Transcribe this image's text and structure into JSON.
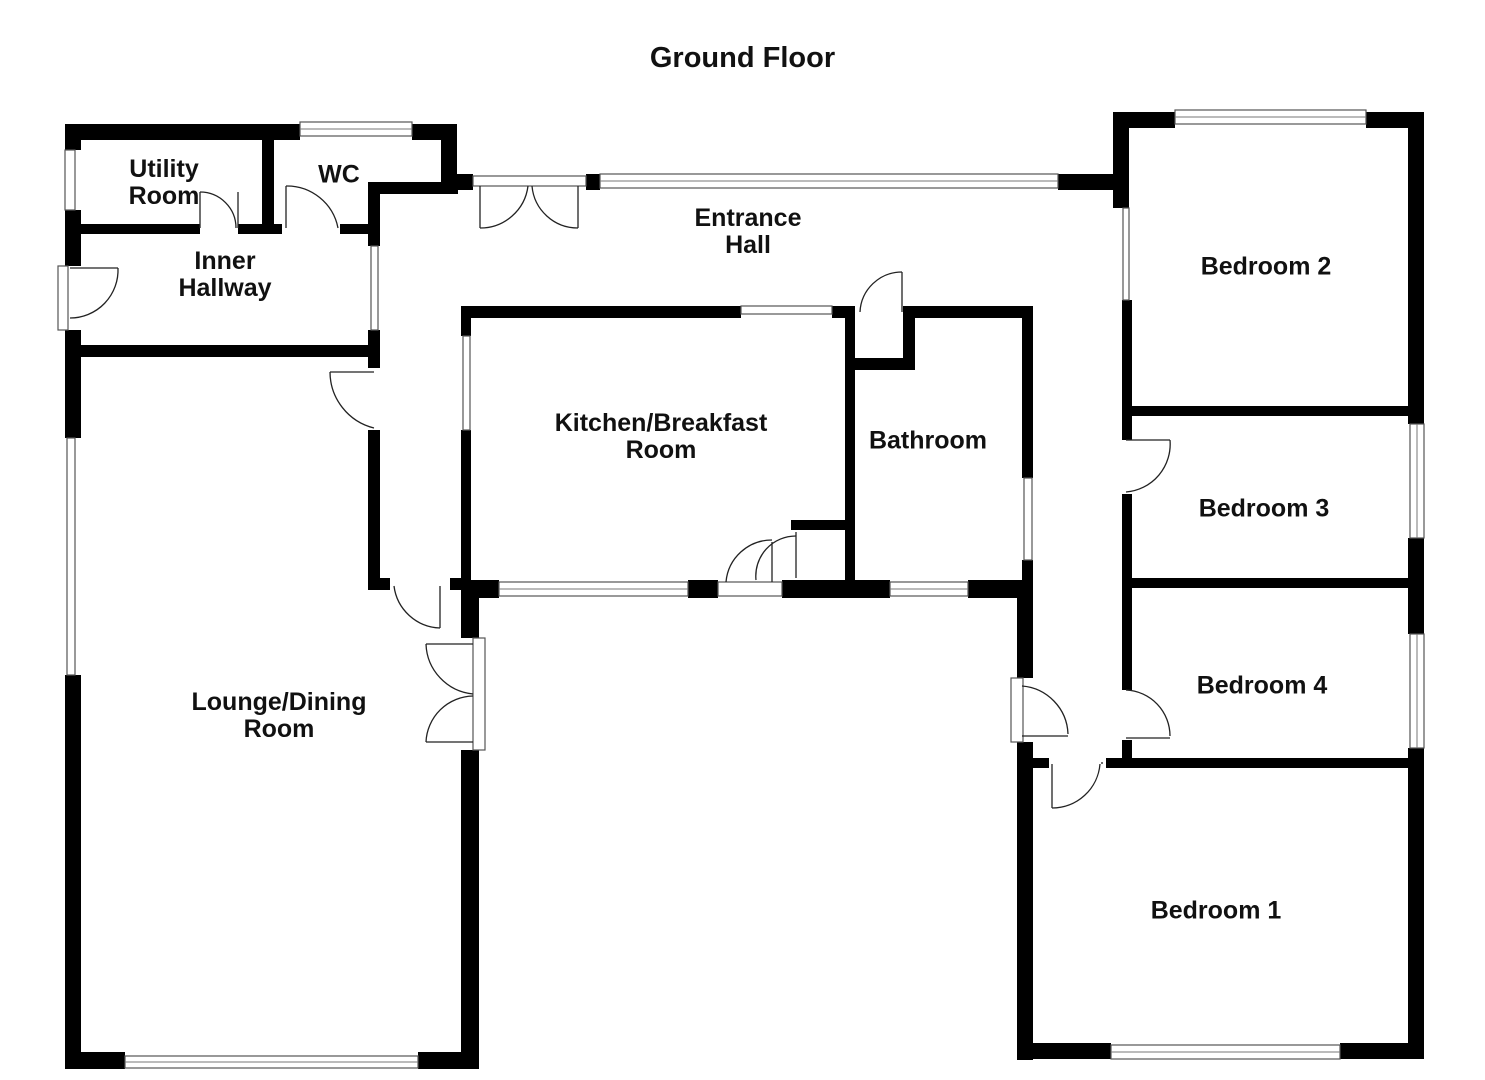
{
  "floor": {
    "title": "Ground Floor"
  },
  "rooms": {
    "utility": "Utility\nRoom",
    "wc": "WC",
    "entrance": "Entrance\nHall",
    "inner_hallway": "Inner\nHallway",
    "kitchen": "Kitchen/Breakfast\nRoom",
    "bathroom": "Bathroom",
    "bedroom2": "Bedroom 2",
    "bedroom3": "Bedroom 3",
    "bedroom4": "Bedroom 4",
    "lounge": "Lounge/Dining\nRoom",
    "bedroom1": "Bedroom 1"
  },
  "colors": {
    "wall": "#000000",
    "background": "#ffffff",
    "window": "#555555"
  }
}
